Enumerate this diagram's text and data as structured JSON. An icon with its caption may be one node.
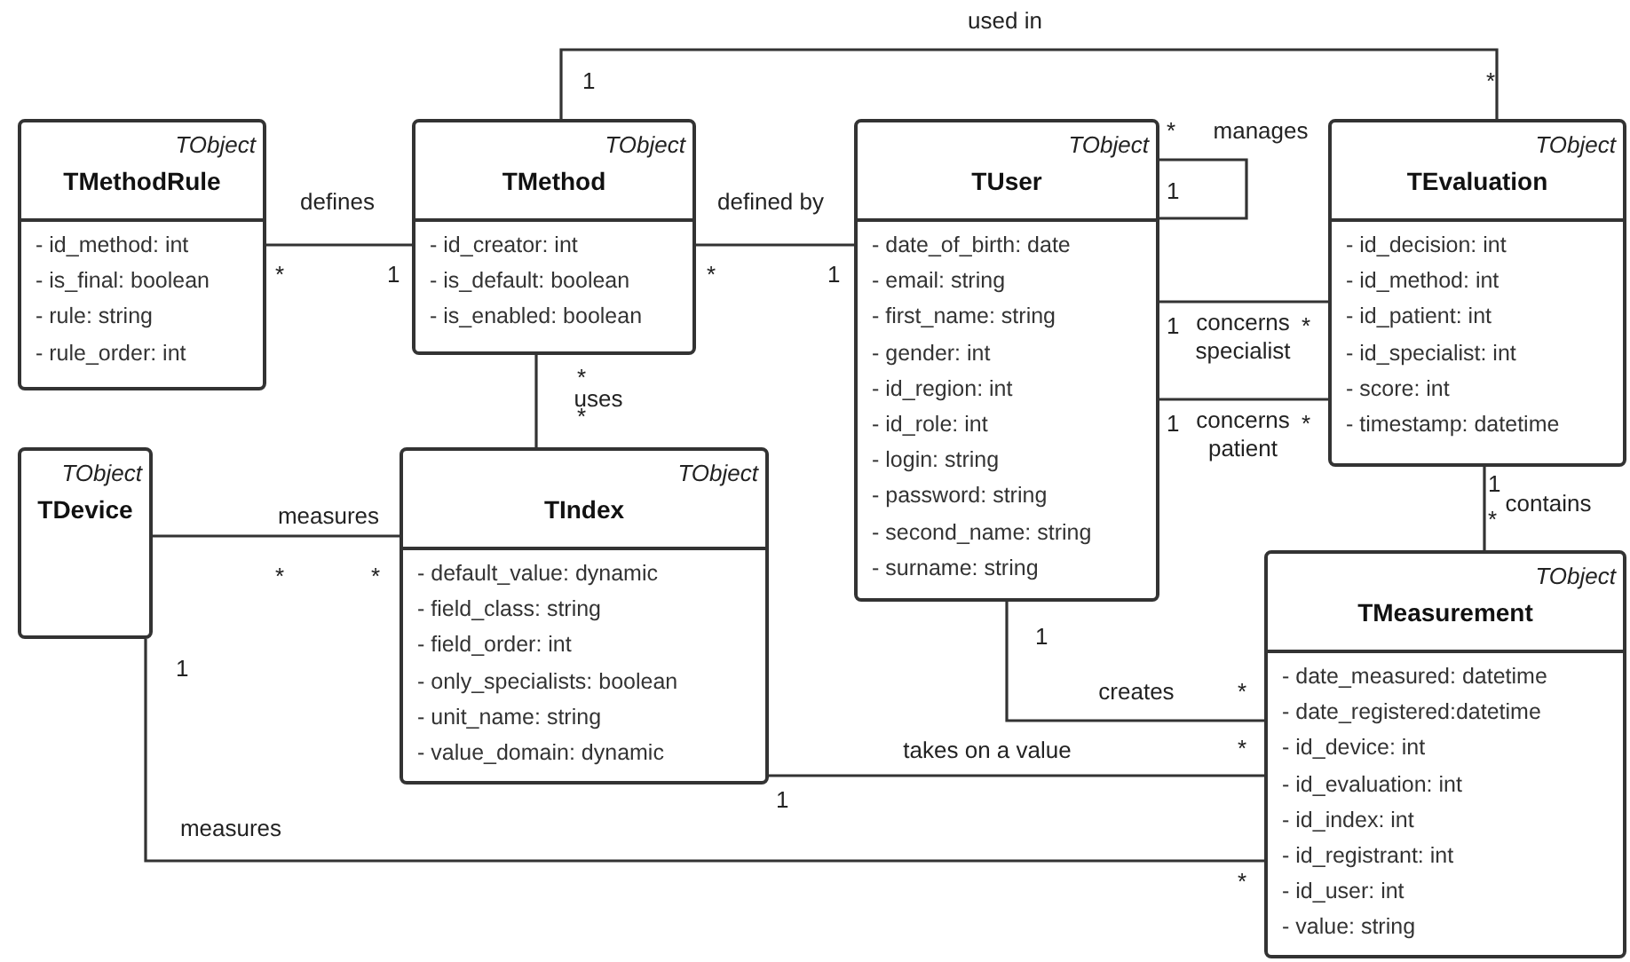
{
  "diagram": {
    "nodes": [
      {
        "text": [
          "TObject",
          "TMethodRule",
          "- id_method: int",
          "- is_final: boolean",
          "- rule: string",
          "- rule_order: int"
        ]
      },
      {
        "text": [
          "TObject",
          "TMethod",
          "- id_creator: int",
          "- is_default: boolean",
          "- is_enabled: boolean"
        ]
      },
      {
        "text": [
          "TObject",
          "TUser",
          "- date_of_birth: date",
          "- email: string",
          "- first_name: string",
          "- gender: int",
          "- id_region: int",
          "- id_role: int",
          "- login: string",
          "- password: string",
          "- second_name: string",
          "- surname: string"
        ]
      },
      {
        "text": [
          "TObject",
          "TEvaluation",
          "- id_decision: int",
          "- id_method: int",
          "- id_patient: int",
          "- id_specialist: int",
          "- score: int",
          "- timestamp: datetime"
        ]
      },
      {
        "text": [
          "TObject",
          "TDevice"
        ]
      },
      {
        "text": [
          "TObject",
          "TIndex",
          "- default_value: dynamic",
          "- field_class: string",
          "- field_order: int",
          "- only_specialists: boolean",
          "- unit_name: string",
          "- value_domain: dynamic"
        ]
      },
      {
        "text": [
          "TObject",
          "TMeasurement",
          "- date_measured: datetime",
          "- date_registered:datetime",
          "- id_device: int",
          "- id_evaluation: int",
          "- id_index: int",
          "- id_registrant: int",
          "- id_user: int",
          "- value: string"
        ]
      }
    ],
    "edges": [
      {
        "from": 0,
        "to": 1,
        "arrow": "none",
        "label": "defines"
      },
      {
        "from": 1,
        "to": 2,
        "arrow": "none",
        "label": "defined by"
      },
      {
        "from": 1,
        "to": 3,
        "arrow": "none",
        "label": "used in"
      },
      {
        "from": 2,
        "to": 2,
        "arrow": "none",
        "label": "manages"
      },
      {
        "from": 2,
        "to": 3,
        "arrow": "none",
        "label": "concerns specialist"
      },
      {
        "from": 2,
        "to": 3,
        "arrow": "none",
        "label": "concerns patient"
      },
      {
        "from": 1,
        "to": 5,
        "arrow": "none",
        "label": "uses"
      },
      {
        "from": 4,
        "to": 5,
        "arrow": "none",
        "label": "measures"
      },
      {
        "from": 3,
        "to": 6,
        "arrow": "none",
        "label": "contains"
      },
      {
        "from": 2,
        "to": 6,
        "arrow": "none",
        "label": "creates"
      },
      {
        "from": 5,
        "to": 6,
        "arrow": "none",
        "label": "takes on a value"
      },
      {
        "from": 4,
        "to": 6,
        "arrow": "none",
        "label": "measures"
      }
    ],
    "labels": [
      "1",
      "*",
      "*",
      "1",
      "*",
      "1",
      "*",
      "1",
      "1",
      "*",
      "*",
      "*",
      "1",
      "*",
      "1",
      "*",
      "*",
      "*",
      "1",
      "1",
      "*",
      "*",
      "1",
      "*"
    ]
  }
}
